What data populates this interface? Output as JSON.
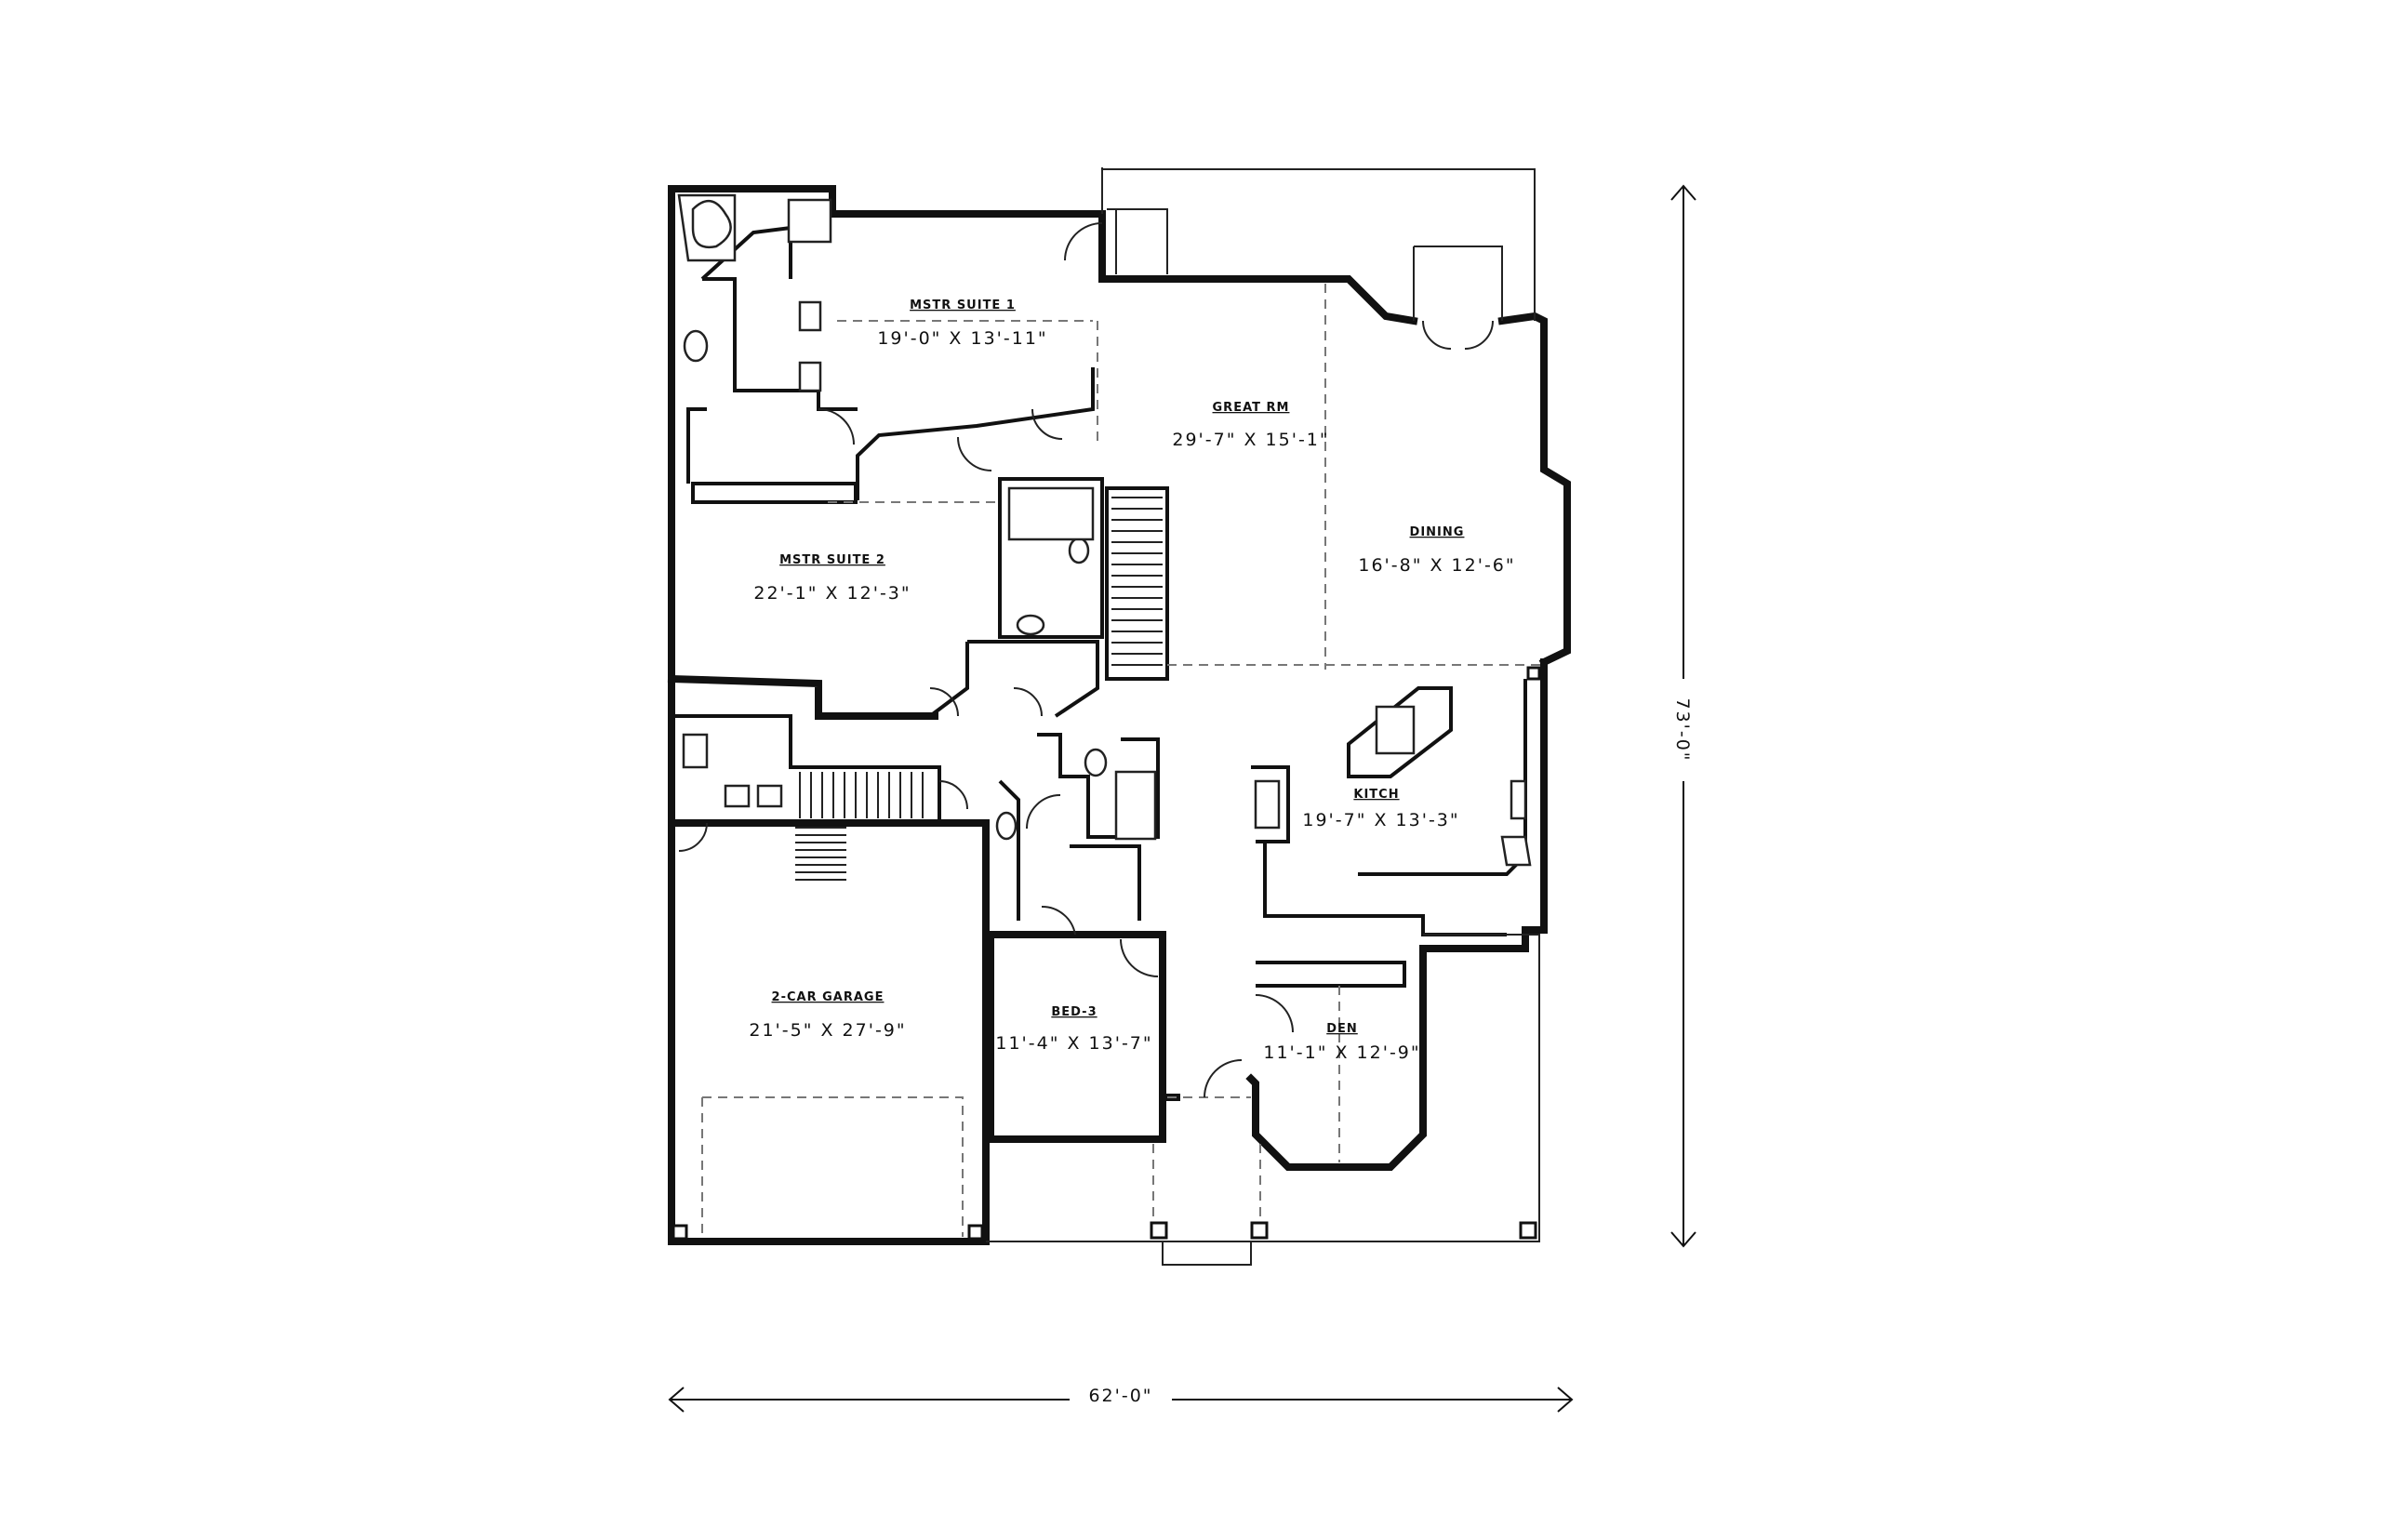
{
  "rooms": [
    {
      "id": "mstr-suite-1",
      "name": "MSTR SUITE 1",
      "dims": "19'-0\" X 13'-11\""
    },
    {
      "id": "mstr-suite-2",
      "name": "MSTR SUITE 2",
      "dims": "22'-1\" X 12'-3\""
    },
    {
      "id": "great-rm",
      "name": "GREAT RM",
      "dims": "29'-7\" X 15'-1\""
    },
    {
      "id": "dining",
      "name": "DINING",
      "dims": "16'-8\" X 12'-6\""
    },
    {
      "id": "kitch",
      "name": "KITCH",
      "dims": "19'-7\" X 13'-3\""
    },
    {
      "id": "2-car-garage",
      "name": "2-CAR GARAGE",
      "dims": "21'-5\" X 27'-9\""
    },
    {
      "id": "bed-3",
      "name": "BED-3",
      "dims": "11'-4\" X 13'-7\""
    },
    {
      "id": "den",
      "name": "DEN",
      "dims": "11'-1\" X 12'-9\""
    }
  ],
  "overall": {
    "width": "62'-0\"",
    "depth": "73'-0\""
  }
}
